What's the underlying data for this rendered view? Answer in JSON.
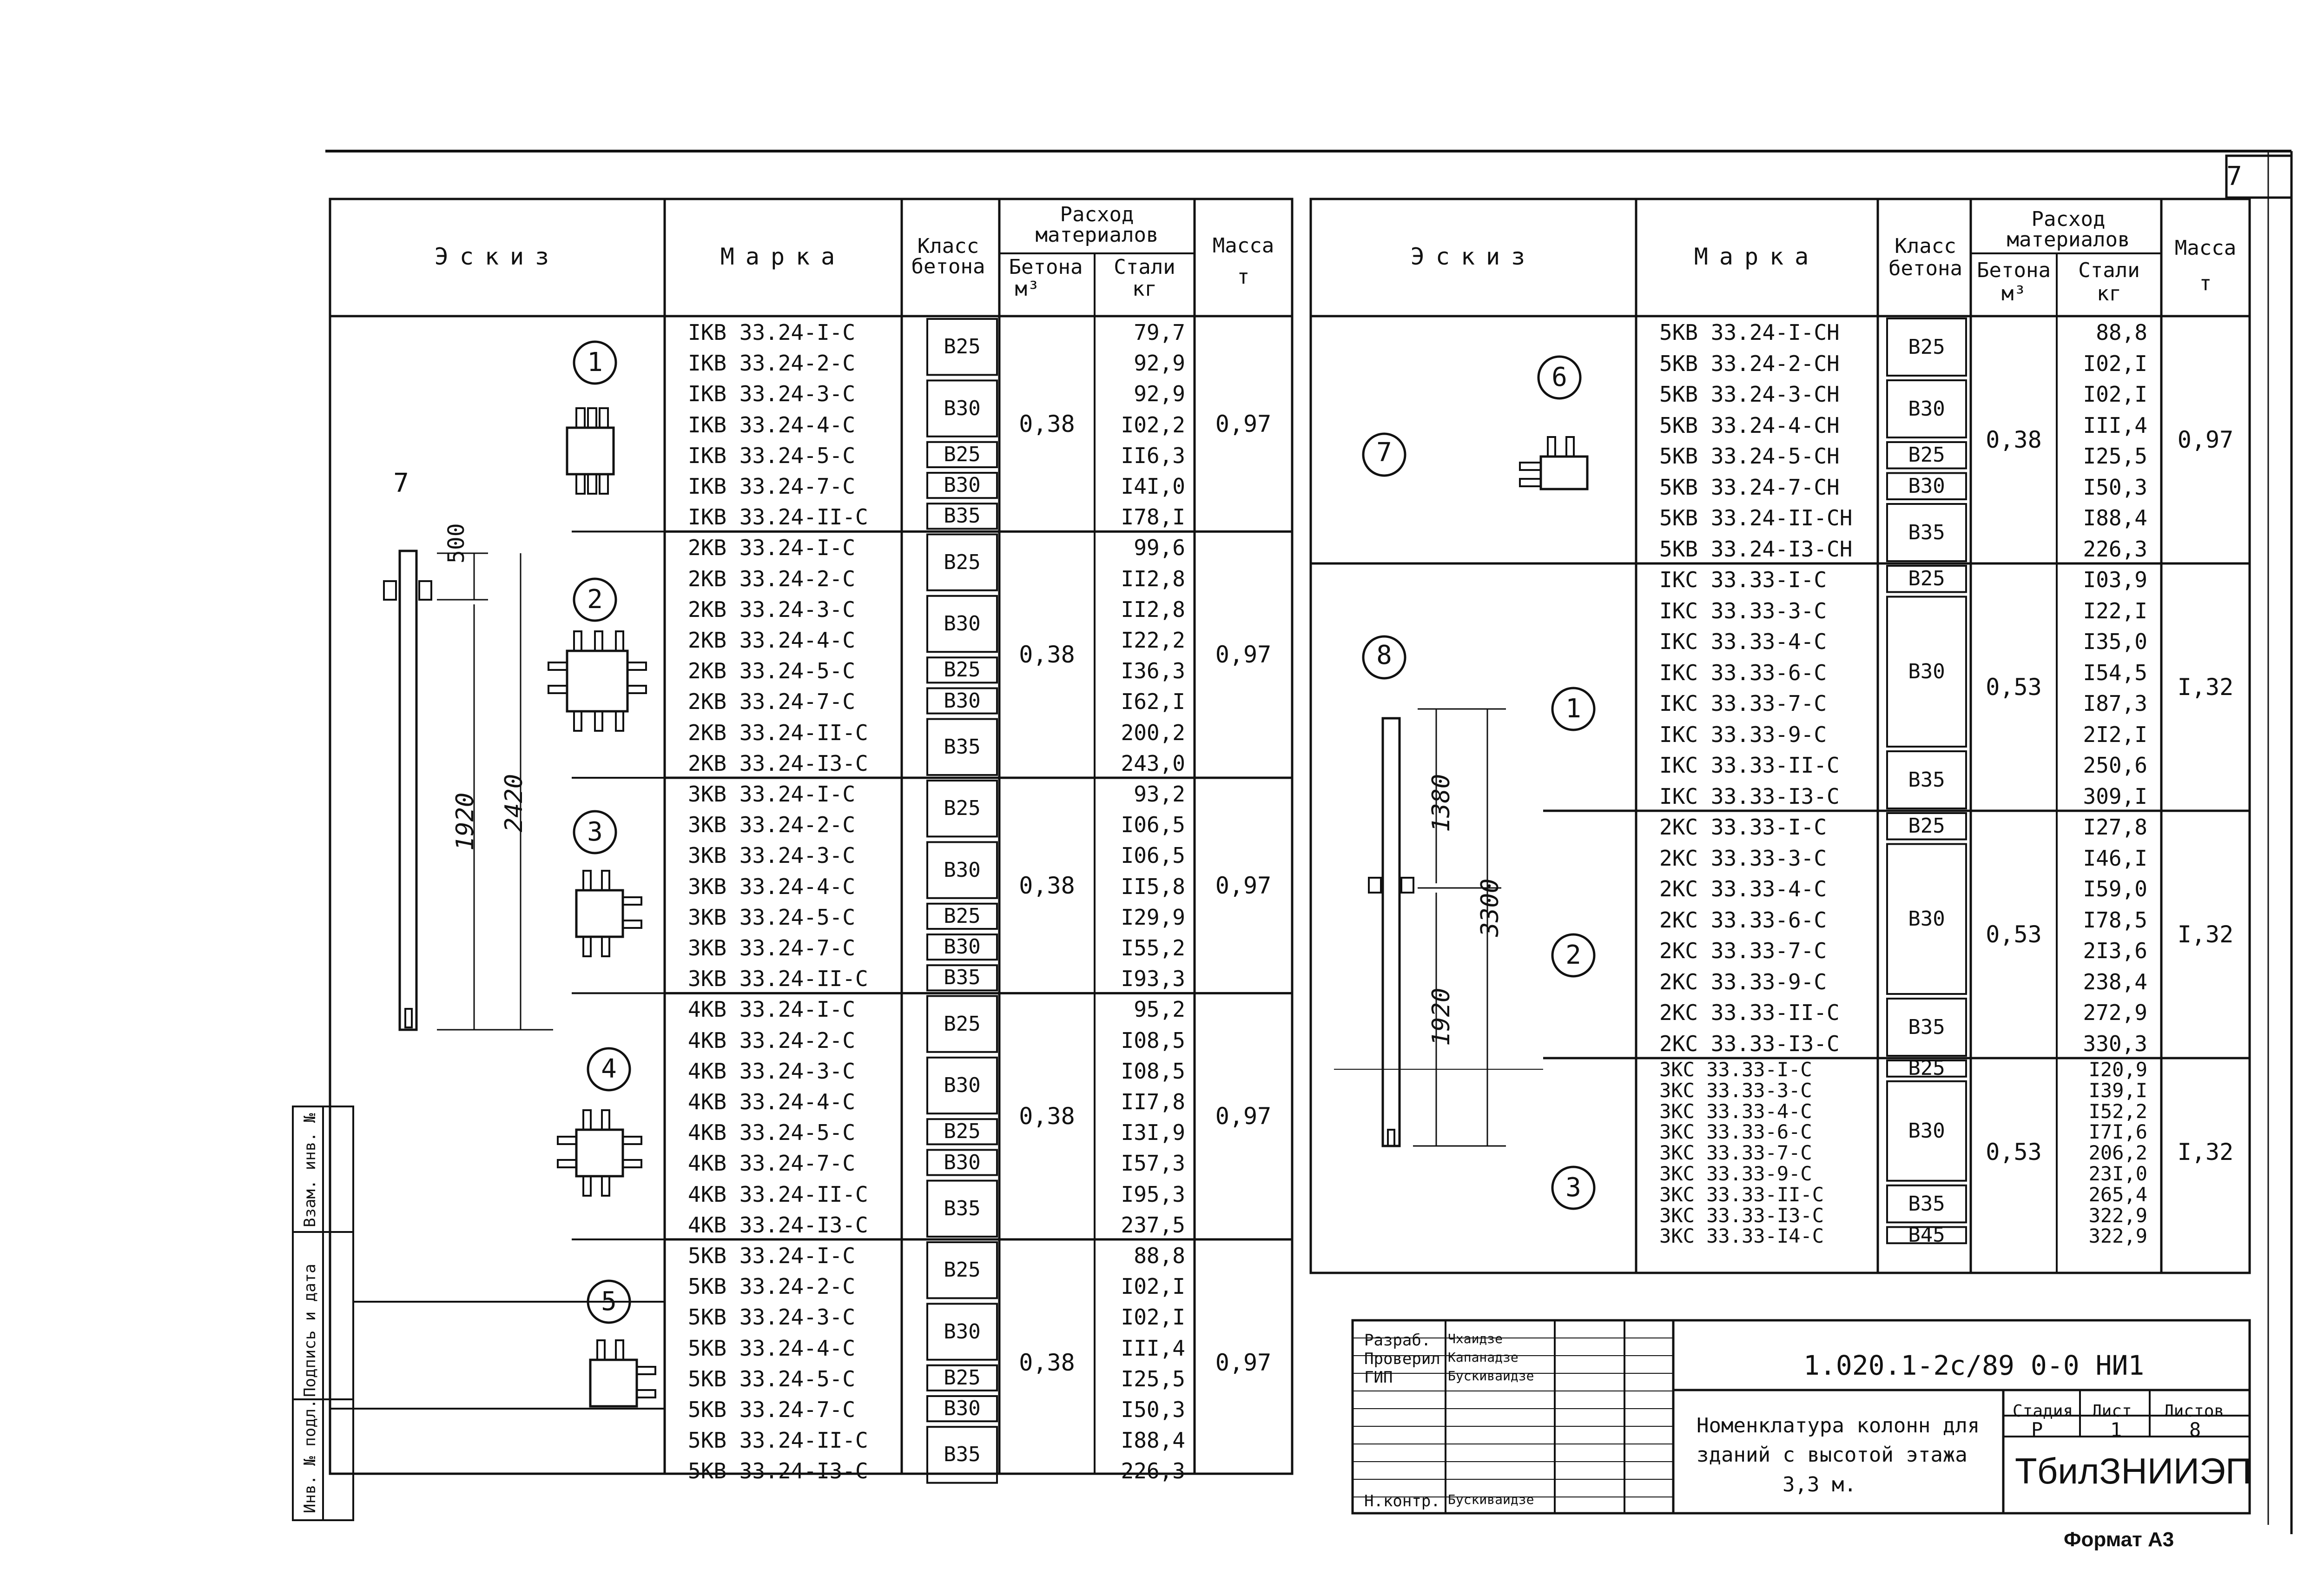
{
  "sheet_number": "7",
  "headers": {
    "sketch": "Эскиз",
    "mark": "Марка",
    "concrete_class": [
      "Класс",
      "бетона"
    ],
    "consumption": [
      "Расход",
      "материалов"
    ],
    "concrete_m3": [
      "Бетона",
      "м³"
    ],
    "steel_kg": [
      "Стали",
      "кг"
    ],
    "mass": [
      "Масса",
      "т"
    ]
  },
  "left_sketch": {
    "column_ref": "7",
    "dim_500": "500",
    "dim_1920": "1920",
    "dim_2420": "2420"
  },
  "left_groups": [
    {
      "num": "1",
      "concrete": "0,38",
      "mass": "0,97",
      "marks": [
        "IKB 33.24-I-C",
        "IKB 33.24-2-C",
        "IKB 33.24-3-C",
        "IKB 33.24-4-C",
        "IKB 33.24-5-C",
        "IKB 33.24-7-C",
        "IKB 33.24-II-C"
      ],
      "steel": [
        "79,7",
        "92,9",
        "92,9",
        "I02,2",
        "II6,3",
        "I4I,0",
        "I78,I"
      ],
      "classes": [
        {
          "label": "B25",
          "span": 2
        },
        {
          "label": "B30",
          "span": 2
        },
        {
          "label": "B25",
          "span": 1
        },
        {
          "label": "B30",
          "span": 1
        },
        {
          "label": "B35",
          "span": 1
        }
      ]
    },
    {
      "num": "2",
      "concrete": "0,38",
      "mass": "0,97",
      "marks": [
        "2KB 33.24-I-C",
        "2KB 33.24-2-C",
        "2KB 33.24-3-C",
        "2KB 33.24-4-C",
        "2KB 33.24-5-C",
        "2KB 33.24-7-C",
        "2KB 33.24-II-C",
        "2KB 33.24-I3-C"
      ],
      "steel": [
        "99,6",
        "II2,8",
        "II2,8",
        "I22,2",
        "I36,3",
        "I62,I",
        "200,2",
        "243,0"
      ],
      "classes": [
        {
          "label": "B25",
          "span": 2
        },
        {
          "label": "B30",
          "span": 2
        },
        {
          "label": "B25",
          "span": 1
        },
        {
          "label": "B30",
          "span": 1
        },
        {
          "label": "B35",
          "span": 2
        }
      ]
    },
    {
      "num": "3",
      "concrete": "0,38",
      "mass": "0,97",
      "marks": [
        "3KB 33.24-I-C",
        "3KB 33.24-2-C",
        "3KB 33.24-3-C",
        "3KB 33.24-4-C",
        "3KB 33.24-5-C",
        "3KB 33.24-7-C",
        "3KB 33.24-II-C"
      ],
      "steel": [
        "93,2",
        "I06,5",
        "I06,5",
        "II5,8",
        "I29,9",
        "I55,2",
        "I93,3"
      ],
      "classes": [
        {
          "label": "B25",
          "span": 2
        },
        {
          "label": "B30",
          "span": 2
        },
        {
          "label": "B25",
          "span": 1
        },
        {
          "label": "B30",
          "span": 1
        },
        {
          "label": "B35",
          "span": 1
        }
      ]
    },
    {
      "num": "4",
      "concrete": "0,38",
      "mass": "0,97",
      "marks": [
        "4KB 33.24-I-C",
        "4KB 33.24-2-C",
        "4KB 33.24-3-C",
        "4KB 33.24-4-C",
        "4KB 33.24-5-C",
        "4KB 33.24-7-C",
        "4KB 33.24-II-C",
        "4KB 33.24-I3-C"
      ],
      "steel": [
        "95,2",
        "I08,5",
        "I08,5",
        "II7,8",
        "I3I,9",
        "I57,3",
        "I95,3",
        "237,5"
      ],
      "classes": [
        {
          "label": "B25",
          "span": 2
        },
        {
          "label": "B30",
          "span": 2
        },
        {
          "label": "B25",
          "span": 1
        },
        {
          "label": "B30",
          "span": 1
        },
        {
          "label": "B35",
          "span": 2
        }
      ]
    },
    {
      "num": "5",
      "concrete": "0,38",
      "mass": "0,97",
      "marks": [
        "5KB 33.24-I-C",
        "5KB 33.24-2-C",
        "5KB 33.24-3-C",
        "5KB 33.24-4-C",
        "5KB 33.24-5-C",
        "5KB 33.24-7-C",
        "5KB 33.24-II-C",
        "5KB 33.24-I3-C"
      ],
      "steel": [
        "88,8",
        "I02,I",
        "I02,I",
        "III,4",
        "I25,5",
        "I50,3",
        "I88,4",
        "226,3"
      ],
      "classes": [
        {
          "label": "B25",
          "span": 2
        },
        {
          "label": "B30",
          "span": 2
        },
        {
          "label": "B25",
          "span": 1
        },
        {
          "label": "B30",
          "span": 1
        },
        {
          "label": "B35",
          "span": 2
        }
      ]
    }
  ],
  "right_sketch": {
    "col7_ref": "7",
    "col8_ref": "8",
    "dim_1380": "1380",
    "dim_1920": "1920",
    "dim_3300": "3300"
  },
  "right_groups": [
    {
      "num": "6",
      "concrete": "0,38",
      "mass": "0,97",
      "marks": [
        "5KB 33.24-I-CH",
        "5KB 33.24-2-CH",
        "5KB 33.24-3-CH",
        "5KB 33.24-4-CH",
        "5KB 33.24-5-CH",
        "5KB 33.24-7-CH",
        "5KB 33.24-II-CH",
        "5KB 33.24-I3-CH"
      ],
      "steel": [
        "88,8",
        "I02,I",
        "I02,I",
        "III,4",
        "I25,5",
        "I50,3",
        "I88,4",
        "226,3"
      ],
      "classes": [
        {
          "label": "B25",
          "span": 2
        },
        {
          "label": "B30",
          "span": 2
        },
        {
          "label": "B25",
          "span": 1
        },
        {
          "label": "B30",
          "span": 1
        },
        {
          "label": "B35",
          "span": 2
        }
      ]
    },
    {
      "num": "1",
      "concrete": "0,53",
      "mass": "I,32",
      "marks": [
        "IKC 33.33-I-C",
        "IKC 33.33-3-C",
        "IKC 33.33-4-C",
        "IKC 33.33-6-C",
        "IKC 33.33-7-C",
        "IKC 33.33-9-C",
        "IKC 33.33-II-C",
        "IKC 33.33-I3-C"
      ],
      "steel": [
        "I03,9",
        "I22,I",
        "I35,0",
        "I54,5",
        "I87,3",
        "2I2,I",
        "250,6",
        "309,I"
      ],
      "classes": [
        {
          "label": "B25",
          "span": 1
        },
        {
          "label": "B30",
          "span": 5
        },
        {
          "label": "B35",
          "span": 2
        }
      ]
    },
    {
      "num": "2",
      "concrete": "0,53",
      "mass": "I,32",
      "marks": [
        "2KC 33.33-I-C",
        "2KC 33.33-3-C",
        "2KC 33.33-4-C",
        "2KC 33.33-6-C",
        "2KC 33.33-7-C",
        "2KC 33.33-9-C",
        "2KC 33.33-II-C",
        "2KC 33.33-I3-C"
      ],
      "steel": [
        "I27,8",
        "I46,I",
        "I59,0",
        "I78,5",
        "2I3,6",
        "238,4",
        "272,9",
        "330,3"
      ],
      "classes": [
        {
          "label": "B25",
          "span": 1
        },
        {
          "label": "B30",
          "span": 5
        },
        {
          "label": "B35",
          "span": 2
        }
      ]
    },
    {
      "num": "3",
      "concrete": "0,53",
      "mass": "I,32",
      "marks": [
        "3KC 33.33-I-C",
        "3KC 33.33-3-C",
        "3KC 33.33-4-C",
        "3KC 33.33-6-C",
        "3KC 33.33-7-C",
        "3KC 33.33-9-C",
        "3KC 33.33-II-C",
        "3KC 33.33-I3-C",
        "3KC 33.33-I4-C"
      ],
      "steel": [
        "I20,9",
        "I39,I",
        "I52,2",
        "I7I,6",
        "206,2",
        "23I,0",
        "265,4",
        "322,9",
        "322,9"
      ],
      "classes": [
        {
          "label": "B25",
          "span": 1
        },
        {
          "label": "B30",
          "span": 5
        },
        {
          "label": "B35",
          "span": 2
        },
        {
          "label": "B45",
          "span": 1
        }
      ]
    }
  ],
  "side_stamp": [
    "Инв. № подл.",
    "Подпись и дата",
    "Взам. инв. №"
  ],
  "title_block": {
    "roles": [
      "Разраб.",
      "Проверил",
      "ГИП",
      "Н.контр."
    ],
    "names": [
      "Чхаидзе",
      "Капанадзе",
      "Бускиваидзе",
      "Бускиваидзе"
    ],
    "doc_code": "1.020.1-2с/89 0-0 НИ1",
    "title_lines": [
      "Номенклатура колонн для",
      "зданий с высотой этажа",
      "3,3 м."
    ],
    "stage_label": "Стадия",
    "sheet_label": "Лист",
    "sheets_label": "Листов",
    "stage": "Р",
    "sheet": "1",
    "sheets": "8",
    "org": "ТбилЗНИИЭП"
  },
  "format": "Формат А3"
}
